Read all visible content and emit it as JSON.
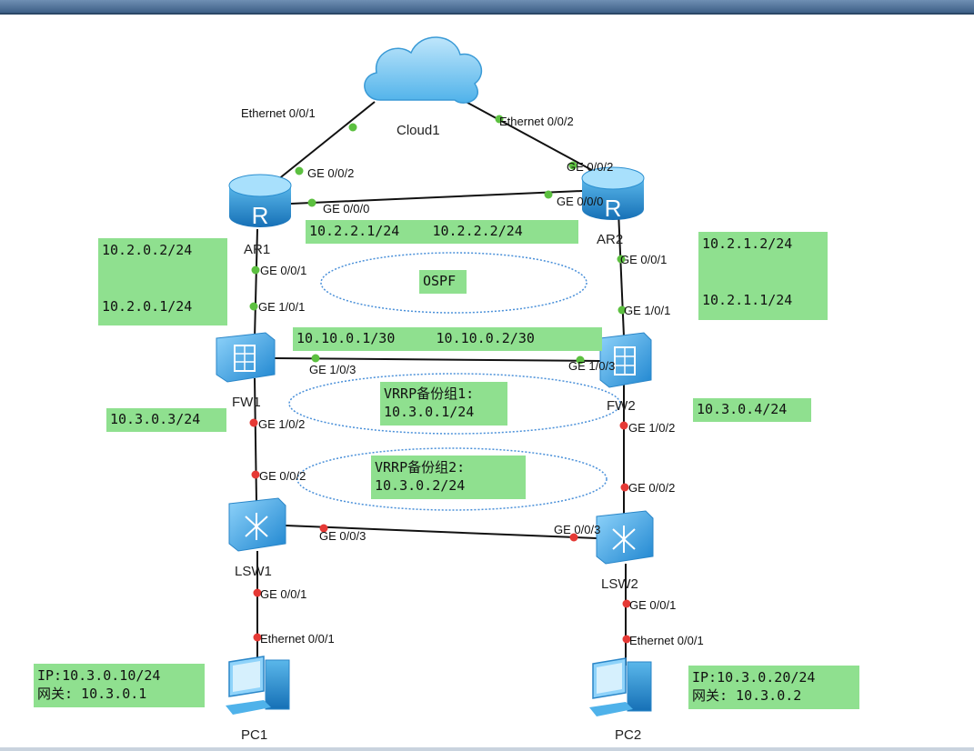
{
  "devices": {
    "cloud": "Cloud1",
    "ar1": "AR1",
    "ar2": "AR2",
    "fw1": "FW1",
    "fw2": "FW2",
    "lsw1": "LSW1",
    "lsw2": "LSW2",
    "pc1": "PC1",
    "pc2": "PC2"
  },
  "ports": {
    "cloud_left": "Ethernet 0/0/1",
    "cloud_right": "Ethernet 0/0/2",
    "ar1_up": "GE 0/0/2",
    "ar2_up": "GE 0/0/2",
    "ar1_cross": "GE 0/0/0",
    "ar2_cross": "GE 0/0/0",
    "ar1_down": "GE 0/0/1",
    "ar2_down": "GE 0/0/1",
    "fw1_up": "GE 1/0/1",
    "fw2_up": "GE 1/0/1",
    "fw1_cross": "GE 1/0/3",
    "fw2_cross": "GE 1/0/3",
    "fw1_down": "GE 1/0/2",
    "fw2_down": "GE 1/0/2",
    "lsw1_up": "GE 0/0/2",
    "lsw2_up": "GE 0/0/2",
    "lsw1_cross": "GE 0/0/3",
    "lsw2_cross": "GE 0/0/3",
    "lsw1_down": "GE 0/0/1",
    "lsw2_down": "GE 0/0/1",
    "pc1_up": "Ethernet 0/0/1",
    "pc2_up": "Ethernet 0/0/1"
  },
  "notes": {
    "ar_link": "10.2.2.1/24    10.2.2.2/24",
    "left_wan_1": "10.2.0.2/24",
    "left_wan_2": "10.2.0.1/24",
    "right_wan_1": "10.2.1.2/24",
    "right_wan_2": "10.2.1.1/24",
    "fw_link": "10.10.0.1/30     10.10.0.2/30",
    "ospf": "OSPF",
    "vrrp1_line1": "VRRP备份组1:",
    "vrrp1_line2": "10.3.0.1/24",
    "vrrp2_line1": "VRRP备份组2:",
    "vrrp2_line2": "10.3.0.2/24",
    "fw1_ip": "10.3.0.3/24",
    "fw2_ip": "10.3.0.4/24",
    "pc1_line1": "IP:10.3.0.10/24",
    "pc1_line2": "网关: 10.3.0.1",
    "pc2_line1": "IP:10.3.0.20/24",
    "pc2_line2": "网关: 10.3.0.2"
  },
  "colors": {
    "note_bg": "#8fe08f",
    "port_up": "#5cc040",
    "port_down": "#e53935",
    "link": "#111111",
    "ellipse": "#4a90d9",
    "device": "#3aa0e0"
  }
}
